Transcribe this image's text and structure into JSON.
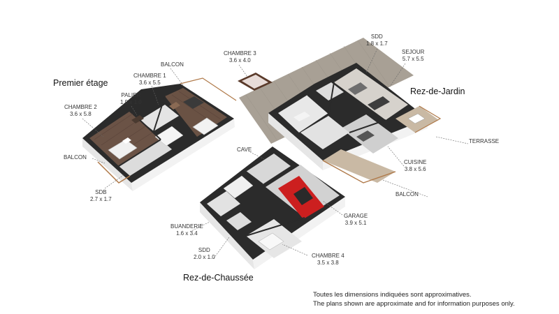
{
  "floors": {
    "premier": "Premier étage",
    "jardin": "Rez-de-Jardin",
    "chaussee": "Rez-de-Chaussée"
  },
  "rooms": {
    "chambre1": {
      "name": "CHAMBRE 1",
      "dim": "3.6 x 5.5"
    },
    "chambre2": {
      "name": "CHAMBRE 2",
      "dim": "3.6 x 5.8"
    },
    "chambre3": {
      "name": "CHAMBRE 3",
      "dim": "3.6 x 4.0"
    },
    "chambre4": {
      "name": "CHAMBRE 4",
      "dim": "3.5 x 3.8"
    },
    "palier": {
      "name": "PALIER",
      "dim": "1.9 x 1.0"
    },
    "balcon_top": {
      "name": "BALCON"
    },
    "balcon_left": {
      "name": "BALCON"
    },
    "balcon_right": {
      "name": "BALCON"
    },
    "sdb": {
      "name": "SDB",
      "dim": "2.7 x 1.7"
    },
    "sdd_top": {
      "name": "SDD",
      "dim": "1.8 x 1.7"
    },
    "sejour": {
      "name": "SEJOUR",
      "dim": "5.7 x 5.5"
    },
    "terrasse": {
      "name": "TERRASSE"
    },
    "cuisine": {
      "name": "CUISINE",
      "dim": "3.8 x 5.6"
    },
    "cave": {
      "name": "CAVE"
    },
    "garage": {
      "name": "GARAGE",
      "dim": "3.9 x 5.1"
    },
    "buanderie": {
      "name": "BUANDERIE",
      "dim": "1.6 x 3.4"
    },
    "sdd_bottom": {
      "name": "SDD",
      "dim": "2.0 x 1.0"
    }
  },
  "disclaimer": {
    "fr": "Toutes les dimensions indiquées sont approximatives.",
    "en": "The plans shown are approximate and for information purposes only."
  },
  "colors": {
    "wall_top": "#2b2b2b",
    "wall_side": "#e9e9e9",
    "floor_wood": "#6e5446",
    "floor_tile": "#d8d8d8",
    "deck": "#a8a095",
    "car": "#cc1f1f"
  }
}
